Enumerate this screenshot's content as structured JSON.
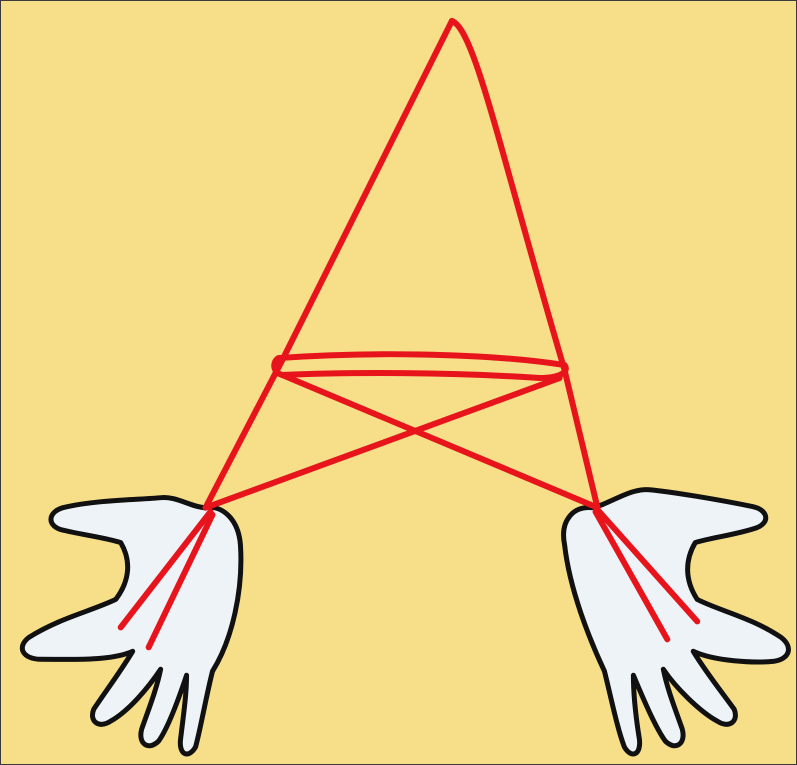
{
  "background_color": "#F7DE88",
  "string_color": "#E8141C",
  "hand_fill_color": "#EEF3F8",
  "hand_outline_color": "#111111",
  "figure": {
    "parts": [
      {
        "name": "left-hand",
        "icon": "left-hand-icon"
      },
      {
        "name": "right-hand",
        "icon": "right-hand-icon"
      },
      {
        "name": "string-figure",
        "icon": "string-loop-icon"
      }
    ]
  }
}
